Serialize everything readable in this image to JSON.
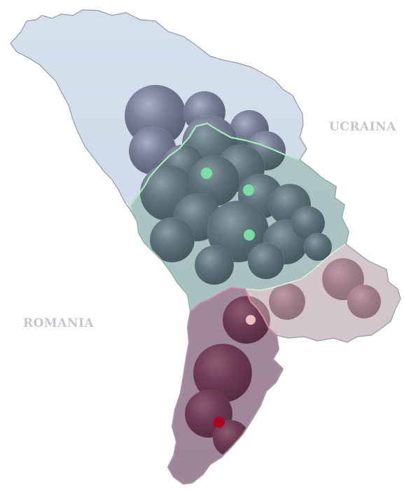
{
  "map": {
    "neighbors": {
      "ukraine": "UCRAINA",
      "romania": "ROMANIA"
    },
    "regions": [
      {
        "id": "north",
        "tint": "#cfdbe8"
      },
      {
        "id": "center",
        "tint": "#6f9a86",
        "border": "#a6ecb9"
      },
      {
        "id": "southeast",
        "tint": "#d9b7b4"
      },
      {
        "id": "south",
        "tint": "#7a3d52",
        "border": "#d08aa2"
      }
    ],
    "markers": [
      {
        "id": "center-1",
        "color": "#7be3a4"
      },
      {
        "id": "center-2",
        "color": "#7be3a4"
      },
      {
        "id": "center-3",
        "color": "#7be3a4"
      },
      {
        "id": "southeast-1",
        "color": "#f3c6c6"
      },
      {
        "id": "south-1",
        "color": "#b3001e"
      }
    ]
  }
}
